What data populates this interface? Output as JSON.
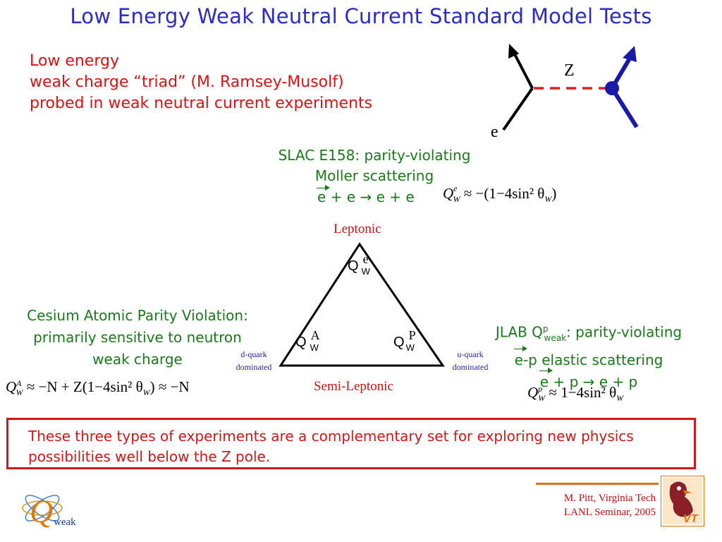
{
  "title": "Low Energy Weak Neutral Current Standard Model Tests",
  "intro": {
    "line1": "Low energy",
    "line2": "weak charge “triad” (M. Ramsey-Musolf)",
    "line3": "probed in weak neutral current experiments"
  },
  "feynman": {
    "boson_label": "Z",
    "lepton_label": "e"
  },
  "slac": {
    "line1": "SLAC E158: parity-violating",
    "line2": "Moller scattering",
    "reaction_e1": "e",
    "reaction_rest": " + e →  e + e",
    "formula_base": "Q",
    "formula_sup": "e",
    "formula_sub": "W",
    "formula_body": "  ≈ −(1−4sin² θ",
    "formula_sub2": "W",
    "formula_end": ")"
  },
  "triangle": {
    "top_label": "Leptonic",
    "bottom_label": "Semi-Leptonic",
    "left_note_1": "d-quark",
    "left_note_2": "dominated",
    "right_note_1": "u-quark",
    "right_note_2": "dominated",
    "top_q": "Q",
    "top_sup": "e",
    "top_sub": "W",
    "left_q": "Q",
    "left_sup": "A",
    "left_sub": "W",
    "right_q": "Q",
    "right_sup": "P",
    "right_sub": "W"
  },
  "cesium": {
    "line1": "Cesium Atomic Parity Violation:",
    "line2": "primarily sensitive to neutron",
    "line3": "weak charge",
    "formula_base": "Q",
    "formula_sup": "A",
    "formula_sub": "W",
    "formula_body": " ≈ −N + Z(1−4sin² θ",
    "formula_sub2": "W",
    "formula_end": ") ≈ −N"
  },
  "jlab": {
    "line1_pre": "JLAB Q",
    "line1_sup": "p",
    "line1_sub": "weak",
    "line1_post": ": parity-violating",
    "line2_e": "e",
    "line2_rest": "-p elastic scattering",
    "line3_e": "e",
    "line3_rest": " + p →  e + p",
    "formula_base": "Q",
    "formula_sup": "p",
    "formula_sub": "W",
    "formula_body": " ≈ 1−4sin² θ",
    "formula_sub2": "W"
  },
  "conclusion": "These three types of experiments are a complementary set for exploring new physics possibilities well below the Z pole.",
  "footer": {
    "logo_letter": "Q",
    "logo_word": "weak",
    "credit_line1": "M. Pitt, Virginia Tech",
    "credit_line2": "LANL Seminar, 2005",
    "vt_label": "VT"
  }
}
